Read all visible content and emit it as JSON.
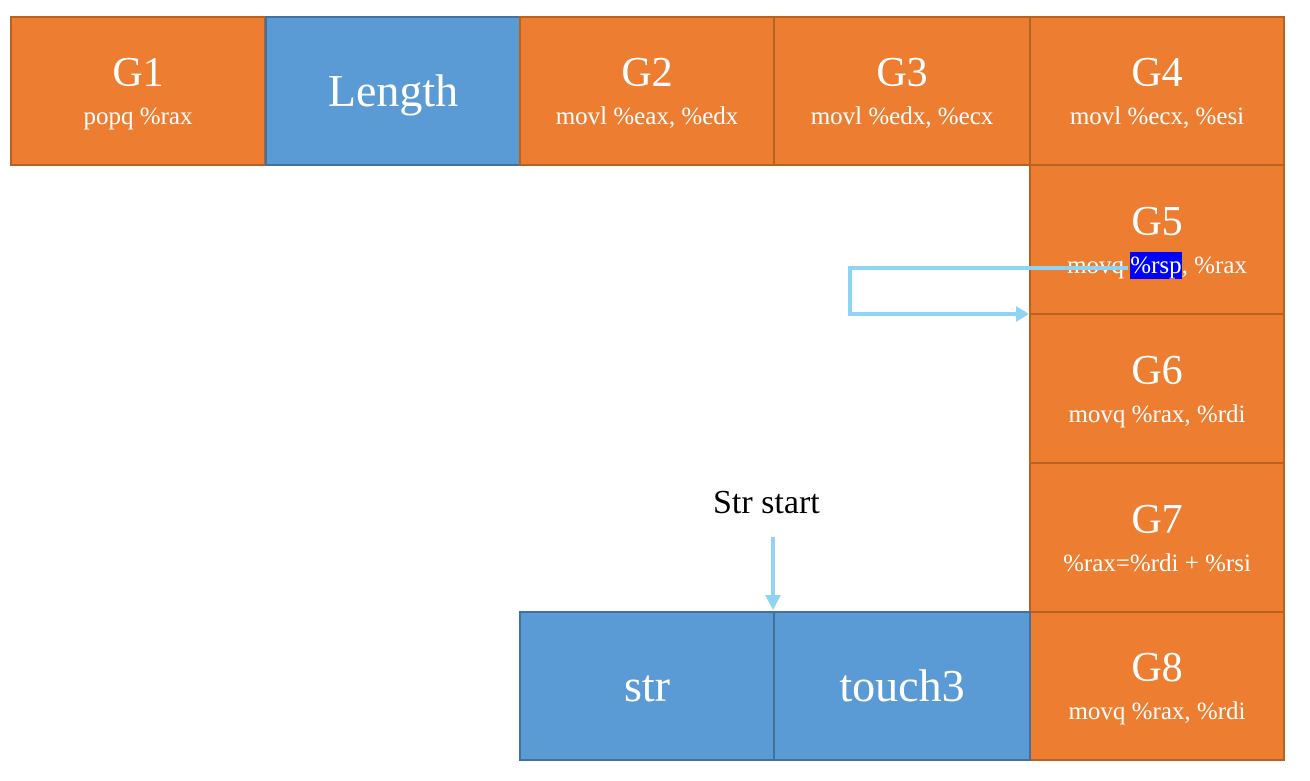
{
  "gadgets": [
    {
      "id": "g1",
      "title": "G1",
      "instr": "popq %rax"
    },
    {
      "id": "g2",
      "title": "G2",
      "instr": "movl %eax, %edx"
    },
    {
      "id": "g3",
      "title": "G3",
      "instr": "movl %edx, %ecx"
    },
    {
      "id": "g4",
      "title": "G4",
      "instr": "movl %ecx, %esi"
    },
    {
      "id": "g5",
      "title": "G5",
      "instr_pre": "movq ",
      "instr_hl": "%rsp",
      "instr_post": ", %rax"
    },
    {
      "id": "g6",
      "title": "G6",
      "instr": "movq %rax, %rdi"
    },
    {
      "id": "g7",
      "title": "G7",
      "instr": "%rax=%rdi + %rsi"
    },
    {
      "id": "g8",
      "title": "G8",
      "instr": "movq %rax, %rdi"
    }
  ],
  "blocks": {
    "length": "Length",
    "str": "str",
    "touch3": "touch3"
  },
  "str_start_label": "Str start",
  "colors": {
    "gadget": "#ED7D31",
    "data": "#5B9BD5",
    "arrow": "#8FD3F5",
    "highlight": "#0000FF"
  }
}
